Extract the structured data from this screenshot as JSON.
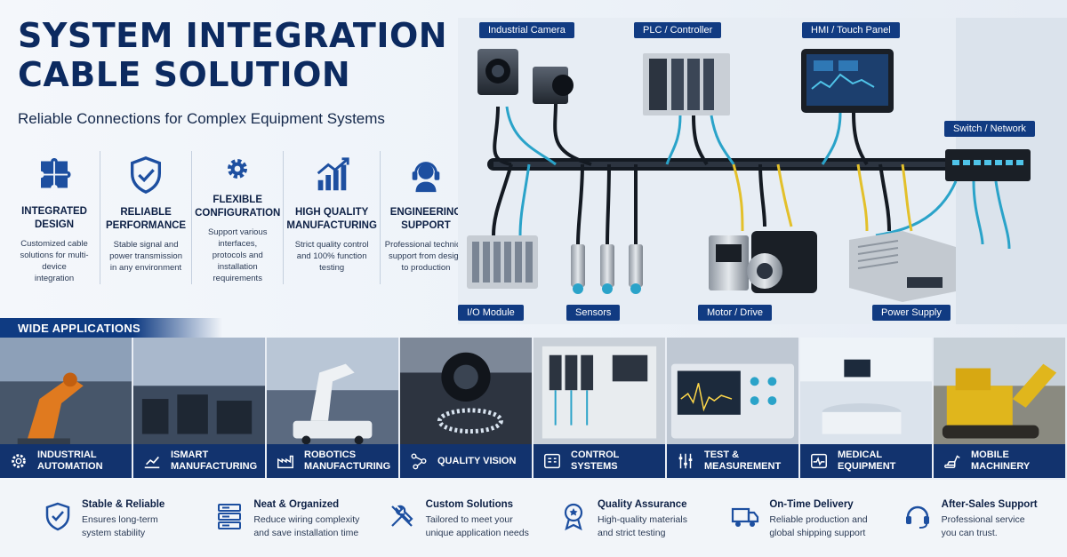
{
  "hero": {
    "title": "SYSTEM INTEGRATION CABLE SOLUTION",
    "subtitle": "Reliable Connections for Complex Equipment Systems"
  },
  "features": [
    {
      "icon": "puzzle-icon",
      "title": "INTEGRATED\nDESIGN",
      "desc": "Customized cable\nsolutions for multi-device\nintegration"
    },
    {
      "icon": "shield-check-icon",
      "title": "RELIABLE\nPERFORMANCE",
      "desc": "Stable signal and\npower transmission\nin any environment"
    },
    {
      "icon": "gear-icon",
      "title": "FLEXIBLE\nCONFIGURATION",
      "desc": "Support various interfaces,\nprotocols and installation\nrequirements"
    },
    {
      "icon": "bar-chart-icon",
      "title": "HIGH QUALITY\nMANUFACTURING",
      "desc": "Strict quality control\nand 100% function\ntesting"
    },
    {
      "icon": "headset-icon",
      "title": "ENGINEERING\nSUPPORT",
      "desc": "Professional technical\nsupport from design\nto production"
    }
  ],
  "diagram": {
    "labels": [
      "Industrial Camera",
      "PLC / Controller",
      "HMI / Touch Panel",
      "Switch / Network",
      "I/O Module",
      "Sensors",
      "Motor / Drive",
      "Power Supply"
    ]
  },
  "applications": {
    "header": "WIDE APPLICATIONS",
    "items": [
      {
        "icon": "gear-icon",
        "label": "INDUSTRIAL\nAUTOMATION"
      },
      {
        "icon": "chart-icon",
        "label": "ISMART\nMANUFACTURING"
      },
      {
        "icon": "factory-icon",
        "label": "ROBOTICS\nMANUFACTURING"
      },
      {
        "icon": "network-icon",
        "label": "QUALITY VISION"
      },
      {
        "icon": "control-panel-icon",
        "label": "CONTROL SYSTEMS"
      },
      {
        "icon": "sliders-icon",
        "label": "TEST &\nMEASUREMENT"
      },
      {
        "icon": "heartbeat-icon",
        "label": "MEDICAL\nEQUIPMENT"
      },
      {
        "icon": "excavator-icon",
        "label": "MOBILE\nMACHINERY"
      }
    ]
  },
  "benefits": [
    {
      "icon": "shield-check-icon",
      "title": "Stable & Reliable",
      "desc": "Ensures long-term\nsystem stability"
    },
    {
      "icon": "server-icon",
      "title": "Neat & Organized",
      "desc": "Reduce wiring complexity\nand save installation time"
    },
    {
      "icon": "tools-icon",
      "title": "Custom Solutions",
      "desc": "Tailored to meet your\nunique application needs"
    },
    {
      "icon": "award-icon",
      "title": "Quality Assurance",
      "desc": "High-quality materials\nand strict testing"
    },
    {
      "icon": "truck-icon",
      "title": "On-Time Delivery",
      "desc": "Reliable production and\nglobal shipping support"
    },
    {
      "icon": "headset-icon",
      "title": "After-Sales Support",
      "desc": "Professional service\nyou can trust."
    }
  ],
  "colors": {
    "primary": "#113b82",
    "dark": "#0c2a60",
    "accent": "#2aa3c9",
    "cable_yellow": "#e3c02a"
  }
}
